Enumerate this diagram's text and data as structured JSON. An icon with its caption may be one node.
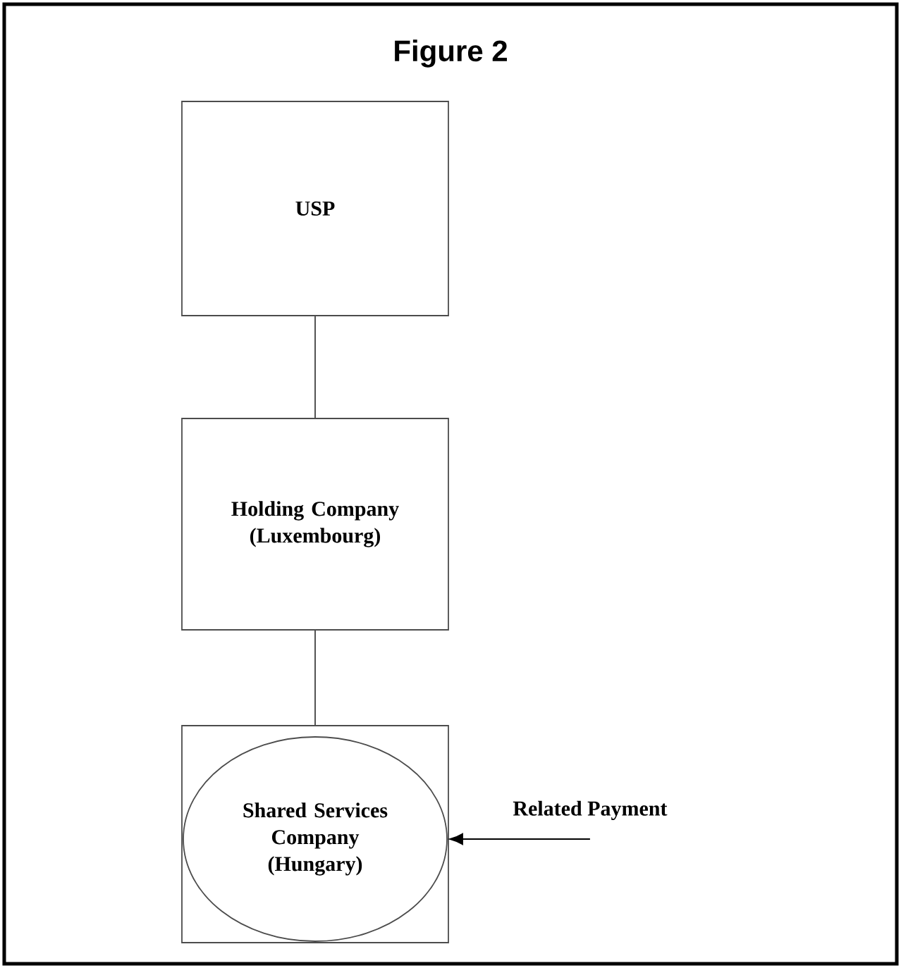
{
  "diagram": {
    "title": "Figure 2",
    "nodes": [
      {
        "text": [
          "USP"
        ]
      },
      {
        "text": [
          "Holding Company (Luxembourg)"
        ]
      },
      {
        "text": [],
        "shape": "box"
      },
      {
        "text": [
          "Shared Services Company (Hungary)"
        ],
        "in": 2
      }
    ],
    "edges": [
      {
        "from": 0,
        "to": 1,
        "arrow": "none"
      },
      {
        "from": 1,
        "to": 2,
        "arrow": "none"
      },
      {
        "from": null,
        "to": 3,
        "arrow": "to",
        "label": "Related Payment"
      }
    ]
  }
}
